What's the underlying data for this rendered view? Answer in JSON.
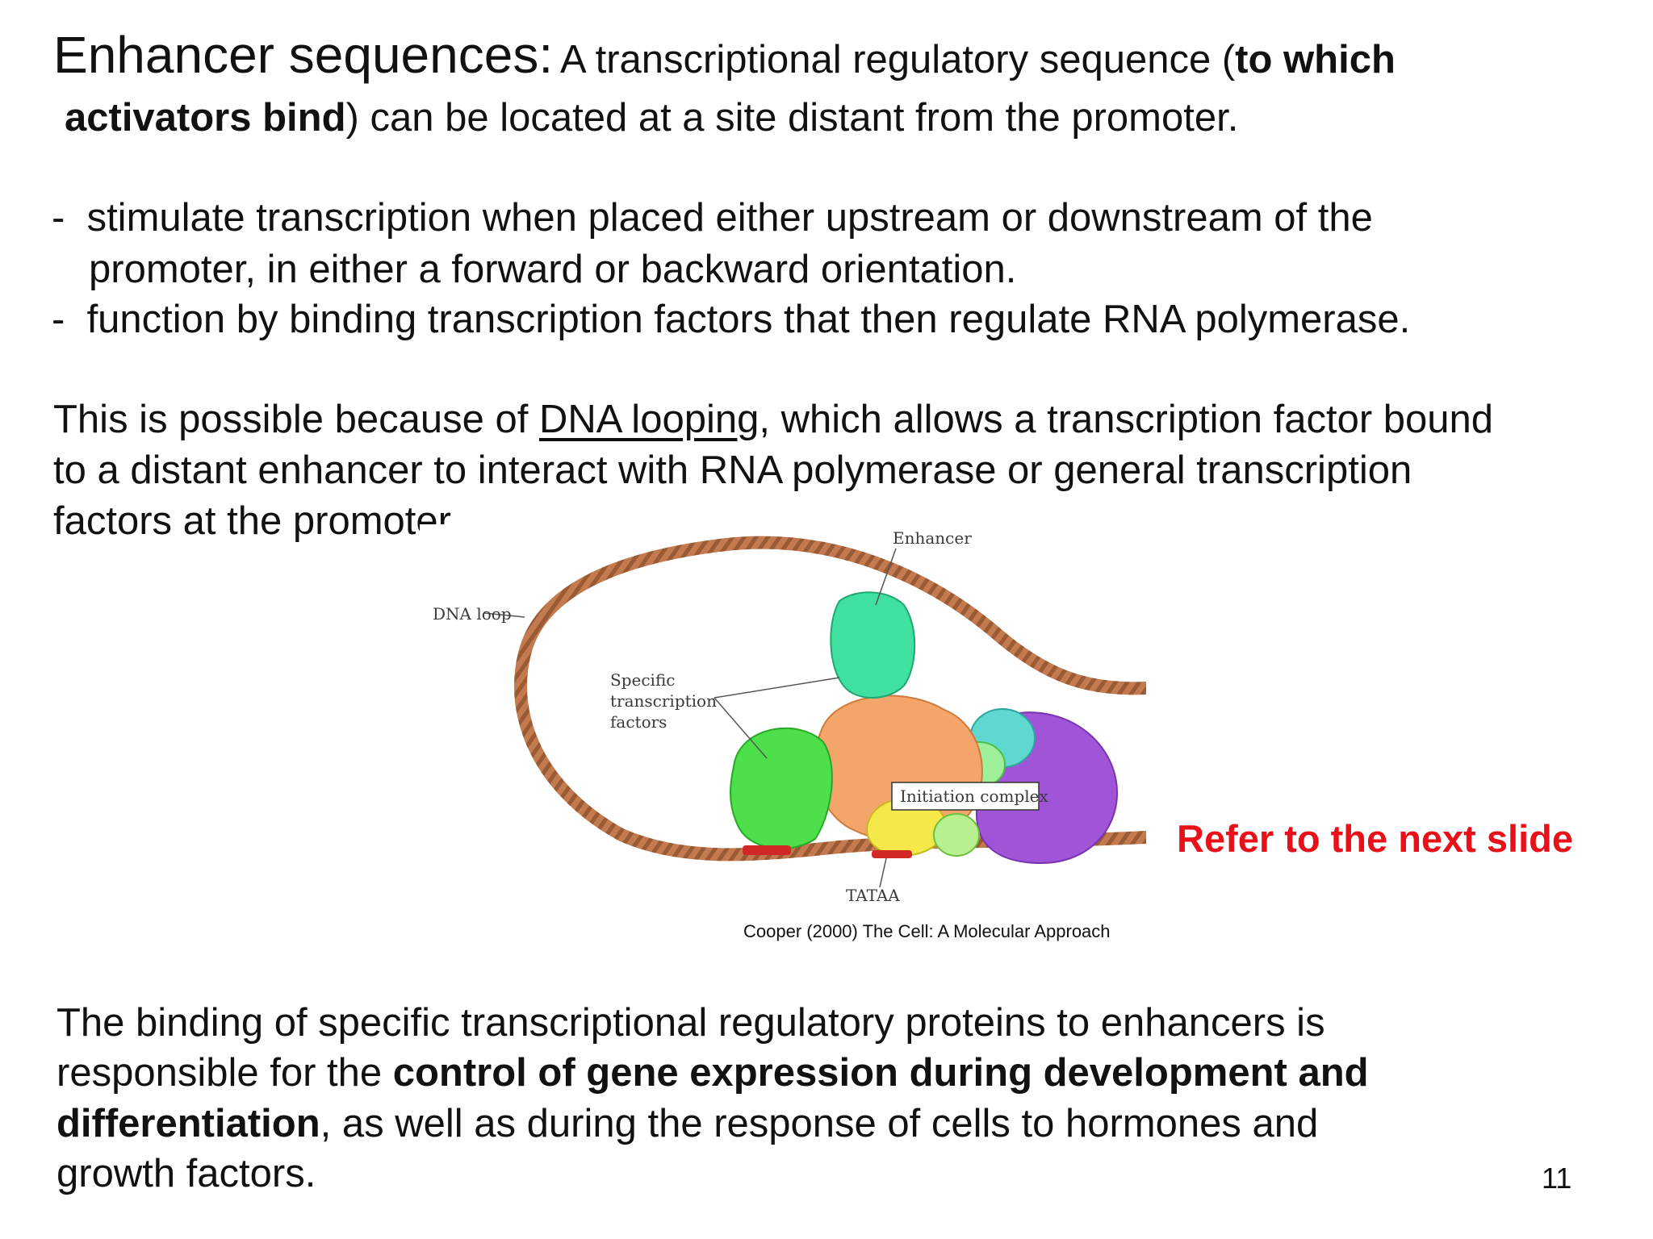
{
  "title": {
    "main": "Enhancer sequences:",
    "definition_start": "A transcriptional regulatory sequence (",
    "definition_bold_a": "to which",
    "definition_bold_b": "activators bind",
    "definition_end": ") can be located at a site distant from the promoter."
  },
  "bullets": [
    {
      "marker": "-",
      "line1": "stimulate transcription when placed either upstream or downstream of the",
      "line2": "promoter, in either a forward or backward orientation."
    },
    {
      "marker": "-",
      "line1": "function by binding transcription factors that then regulate RNA polymerase."
    }
  ],
  "looping": {
    "lead": "This is possible because of ",
    "term": "DNA looping",
    "line1_rest": ", which allows a transcription factor bound",
    "line2": "to a distant enhancer to interact with RNA polymerase or general transcription",
    "line3": "factors at the promoter."
  },
  "figure": {
    "labels": {
      "enhancer": "Enhancer",
      "dna_loop": "DNA loop",
      "specific_tf_1": "Specific",
      "specific_tf_2": "transcription",
      "specific_tf_3": "factors",
      "initiation_complex": "Initiation complex",
      "tataa": "TATAA"
    },
    "colors": {
      "dna": "#b8744a",
      "green_factor": "#4ee04a",
      "teal_factor": "#3fe0a0",
      "orange_complex": "#f4a66a",
      "purple_polymerase": "#a054d8",
      "yellow_tbp": "#f4e84a",
      "red_site": "#d42828"
    },
    "caption": "Cooper (2000) The Cell: A Molecular Approach"
  },
  "callout": {
    "text": "Refer to the next slide",
    "color": "#e8111a"
  },
  "conclusion": {
    "line1": "The binding of specific transcriptional regulatory proteins to enhancers is",
    "line2_start": "responsible for the ",
    "line2_bold": "control of gene expression during development and",
    "line3_bold": "differentiation",
    "line3_rest": ", as well as during the response of cells to hormones and",
    "line4": "growth factors."
  },
  "page_number": "11"
}
